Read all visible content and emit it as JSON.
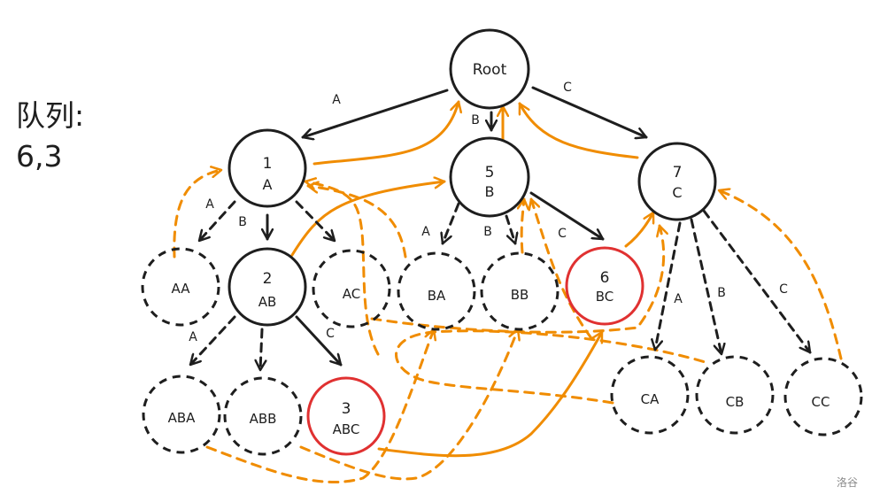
{
  "queue": {
    "label": "队列:",
    "values": "6,3"
  },
  "watermark": "洛谷",
  "colors": {
    "tree_edge": "#1e1e1e",
    "fail_link": "#f08c00",
    "highlight_node": "#e03131",
    "node_stroke": "#1e1e1e"
  },
  "nodes": [
    {
      "id": "root",
      "number": "",
      "label": "Root",
      "style": "solid"
    },
    {
      "id": "1",
      "number": "1",
      "label": "A",
      "style": "solid"
    },
    {
      "id": "5",
      "number": "5",
      "label": "B",
      "style": "solid"
    },
    {
      "id": "7",
      "number": "7",
      "label": "C",
      "style": "solid"
    },
    {
      "id": "AA",
      "number": "",
      "label": "AA",
      "style": "dashed"
    },
    {
      "id": "2",
      "number": "2",
      "label": "AB",
      "style": "solid"
    },
    {
      "id": "AC",
      "number": "",
      "label": "AC",
      "style": "dashed"
    },
    {
      "id": "BA",
      "number": "",
      "label": "BA",
      "style": "dashed"
    },
    {
      "id": "BB",
      "number": "",
      "label": "BB",
      "style": "dashed"
    },
    {
      "id": "6",
      "number": "6",
      "label": "BC",
      "style": "highlight"
    },
    {
      "id": "ABA",
      "number": "",
      "label": "ABA",
      "style": "dashed"
    },
    {
      "id": "ABB",
      "number": "",
      "label": "ABB",
      "style": "dashed"
    },
    {
      "id": "3",
      "number": "3",
      "label": "ABC",
      "style": "highlight"
    },
    {
      "id": "CA",
      "number": "",
      "label": "CA",
      "style": "dashed"
    },
    {
      "id": "CB",
      "number": "",
      "label": "CB",
      "style": "dashed"
    },
    {
      "id": "CC",
      "number": "",
      "label": "CC",
      "style": "dashed"
    }
  ],
  "edge_labels": {
    "root_1": "A",
    "root_5": "B",
    "root_7": "C",
    "1_AA": "A",
    "1_2": "B",
    "5_BA": "A",
    "5_BB": "B",
    "5_6": "C",
    "2_ABA": "A",
    "2_3": "C",
    "7_CA": "A",
    "7_CB": "B",
    "7_CC": "C"
  }
}
